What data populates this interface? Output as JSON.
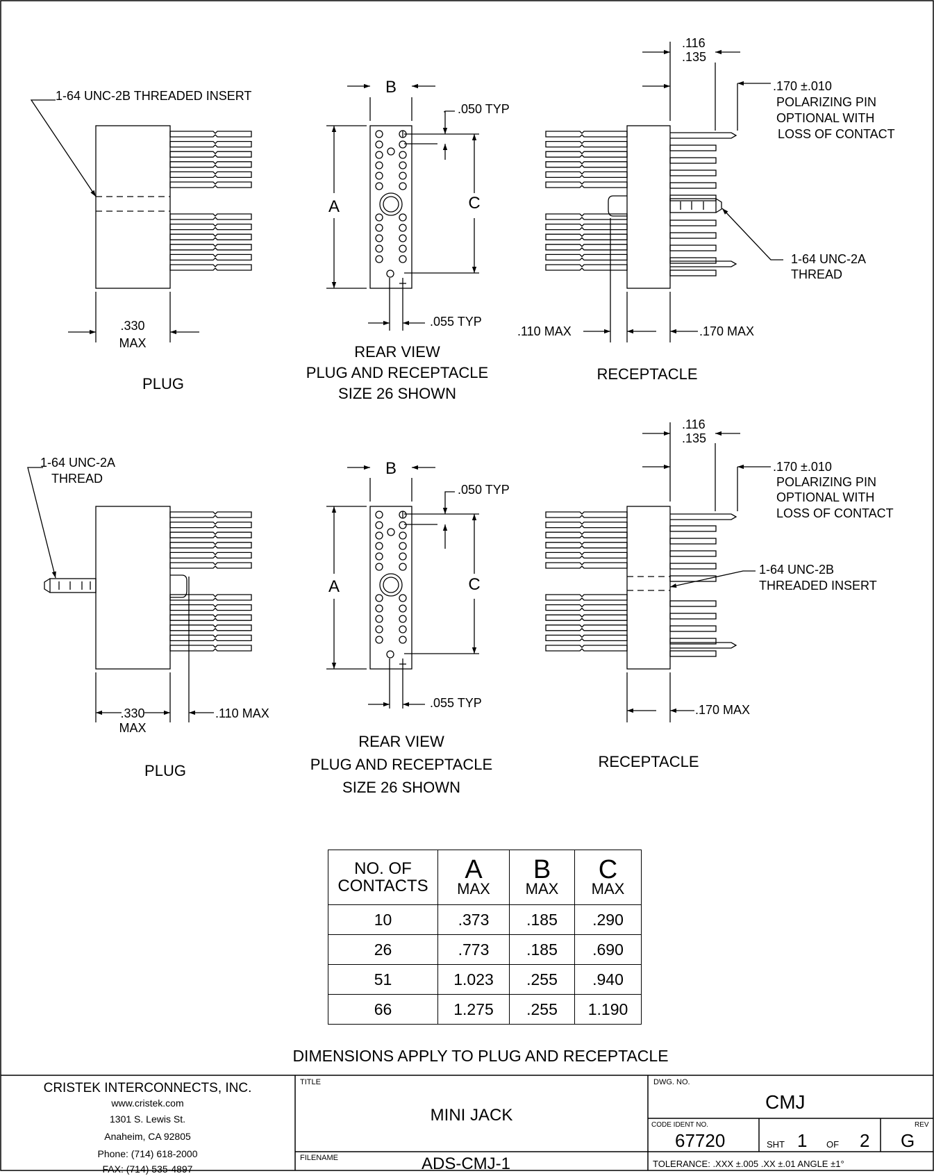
{
  "upper_plug": {
    "callout": "1-64 UNC-2B THREADED INSERT",
    "width_value": ".330",
    "width_unit": "MAX",
    "caption": "PLUG"
  },
  "upper_rear": {
    "b_label": "B",
    "a_label": "A",
    "c_label": "C",
    "pitch_top": ".050 TYP",
    "pitch_bottom": ".055 TYP",
    "caption_line1": "REAR VIEW",
    "caption_line2": "PLUG AND RECEPTACLE",
    "caption_line3": "SIZE 26 SHOWN"
  },
  "upper_receptacle": {
    "top_dim_1": ".116",
    "top_dim_2": ".135",
    "pin_line1": ".170 ±.010",
    "pin_line2": "POLARIZING PIN",
    "pin_line3": "OPTIONAL WITH",
    "pin_line4": "LOSS OF CONTACT",
    "thread_line1": "1-64 UNC-2A",
    "thread_line2": "THREAD",
    "left_dim": ".110 MAX",
    "right_dim": ".170 MAX",
    "caption": "RECEPTACLE"
  },
  "lower_plug": {
    "callout_line1": "1-64 UNC-2A",
    "callout_line2": "THREAD",
    "width_value": ".330",
    "width_unit": "MAX",
    "right_dim": ".110 MAX",
    "caption": "PLUG"
  },
  "lower_rear": {
    "b_label": "B",
    "a_label": "A",
    "c_label": "C",
    "pitch_top": ".050 TYP",
    "pitch_bottom": ".055 TYP",
    "caption_line1": "REAR VIEW",
    "caption_line2": "PLUG AND RECEPTACLE",
    "caption_line3": "SIZE 26 SHOWN"
  },
  "lower_receptacle": {
    "top_dim_1": ".116",
    "top_dim_2": ".135",
    "pin_line1": ".170 ±.010",
    "pin_line2": "POLARIZING PIN",
    "pin_line3": "OPTIONAL WITH",
    "pin_line4": "LOSS OF CONTACT",
    "insert_line1": "1-64 UNC-2B",
    "insert_line2": "THREADED INSERT",
    "right_dim": ".170 MAX",
    "caption": "RECEPTACLE"
  },
  "table": {
    "head_contacts_1": "NO. OF",
    "head_contacts_2": "CONTACTS",
    "head_a": "A",
    "head_b": "B",
    "head_c": "C",
    "head_max": "MAX",
    "rows": [
      {
        "n": "10",
        "a": ".373",
        "b": ".185",
        "c": ".290"
      },
      {
        "n": "26",
        "a": ".773",
        "b": ".185",
        "c": ".690"
      },
      {
        "n": "51",
        "a": "1.023",
        "b": ".255",
        "c": ".940"
      },
      {
        "n": "66",
        "a": "1.275",
        "b": ".255",
        "c": "1.190"
      }
    ]
  },
  "note": "DIMENSIONS APPLY TO PLUG AND RECEPTACLE",
  "title_block": {
    "company": "CRISTEK INTERCONNECTS, INC.",
    "website": "www.cristek.com",
    "address": "1301 S. Lewis St.",
    "city": "Anaheim, CA  92805",
    "phone": "Phone: (714) 618-2000",
    "fax": "FAX: (714) 535-4897",
    "title_label": "TITLE",
    "title": "MINI JACK",
    "filename_label": "FILENAME",
    "filename": "ADS-CMJ-1",
    "dwg_label": "DWG. NO.",
    "dwg_no": "CMJ",
    "code_label": "CODE IDENT NO.",
    "code": "67720",
    "sht_label": "SHT",
    "sht": "1",
    "of_label": "OF",
    "of": "2",
    "rev_label": "REV",
    "rev": "G",
    "tolerance": "TOLERANCE:  .XXX ±.005  .XX ±.01  ANGLE ±1°"
  }
}
